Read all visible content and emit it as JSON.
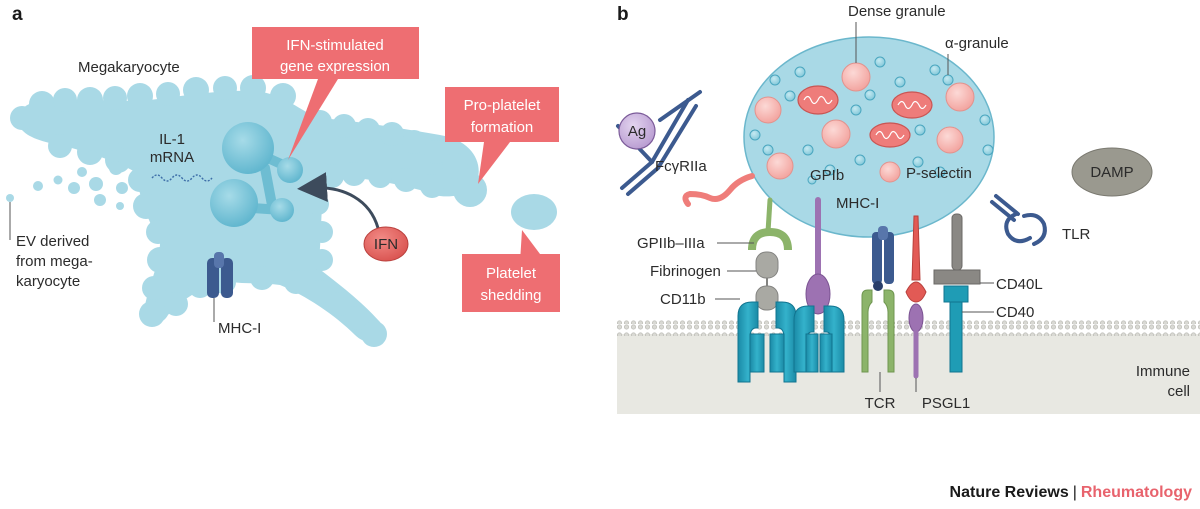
{
  "panel_a": {
    "letter": "a",
    "cell_label": "Megakaryocyte",
    "il1_line1": "IL-1",
    "il1_line2": "mRNA",
    "ev_line1": "EV derived",
    "ev_line2": "from mega-",
    "ev_line3": "karyocyte",
    "mhc_label": "MHC-I",
    "ifn_label": "IFN",
    "callout_ifn_line1": "IFN-stimulated",
    "callout_ifn_line2": "gene expression",
    "callout_pro_line1": "Pro-platelet",
    "callout_pro_line2": "formation",
    "callout_shed_line1": "Platelet",
    "callout_shed_line2": "shedding"
  },
  "panel_b": {
    "letter": "b",
    "dense_granule": "Dense granule",
    "alpha_granule": "α-granule",
    "ag": "Ag",
    "fcgriia": "FcγRIIa",
    "gpib": "GPIb",
    "mhc": "MHC-I",
    "pselectin": "P-selectin",
    "damp": "DAMP",
    "tlr": "TLR",
    "gpiib": "GPIIb–IIIa",
    "fibrinogen": "Fibrinogen",
    "cd11b": "CD11b",
    "cd40l": "CD40L",
    "cd40": "CD40",
    "immune_line1": "Immune",
    "immune_line2": "cell",
    "tcr": "TCR",
    "psgl1": "PSGL1"
  },
  "footer": {
    "journal": "Nature Reviews",
    "separator": "|",
    "section": "Rheumatology"
  },
  "colors": {
    "cell": "#a9d9e6",
    "cell_dark": "#78c2d6",
    "callout": "#ee6e72",
    "granule_pink": "#f7b9b5",
    "mhc_blue": "#3c5a8f",
    "gp_green": "#8cb46a",
    "gpib_purple": "#9d72b2",
    "pselectin_red": "#e25a55",
    "cd40_teal": "#1f9cb5",
    "footer_accent": "#e8636d"
  }
}
